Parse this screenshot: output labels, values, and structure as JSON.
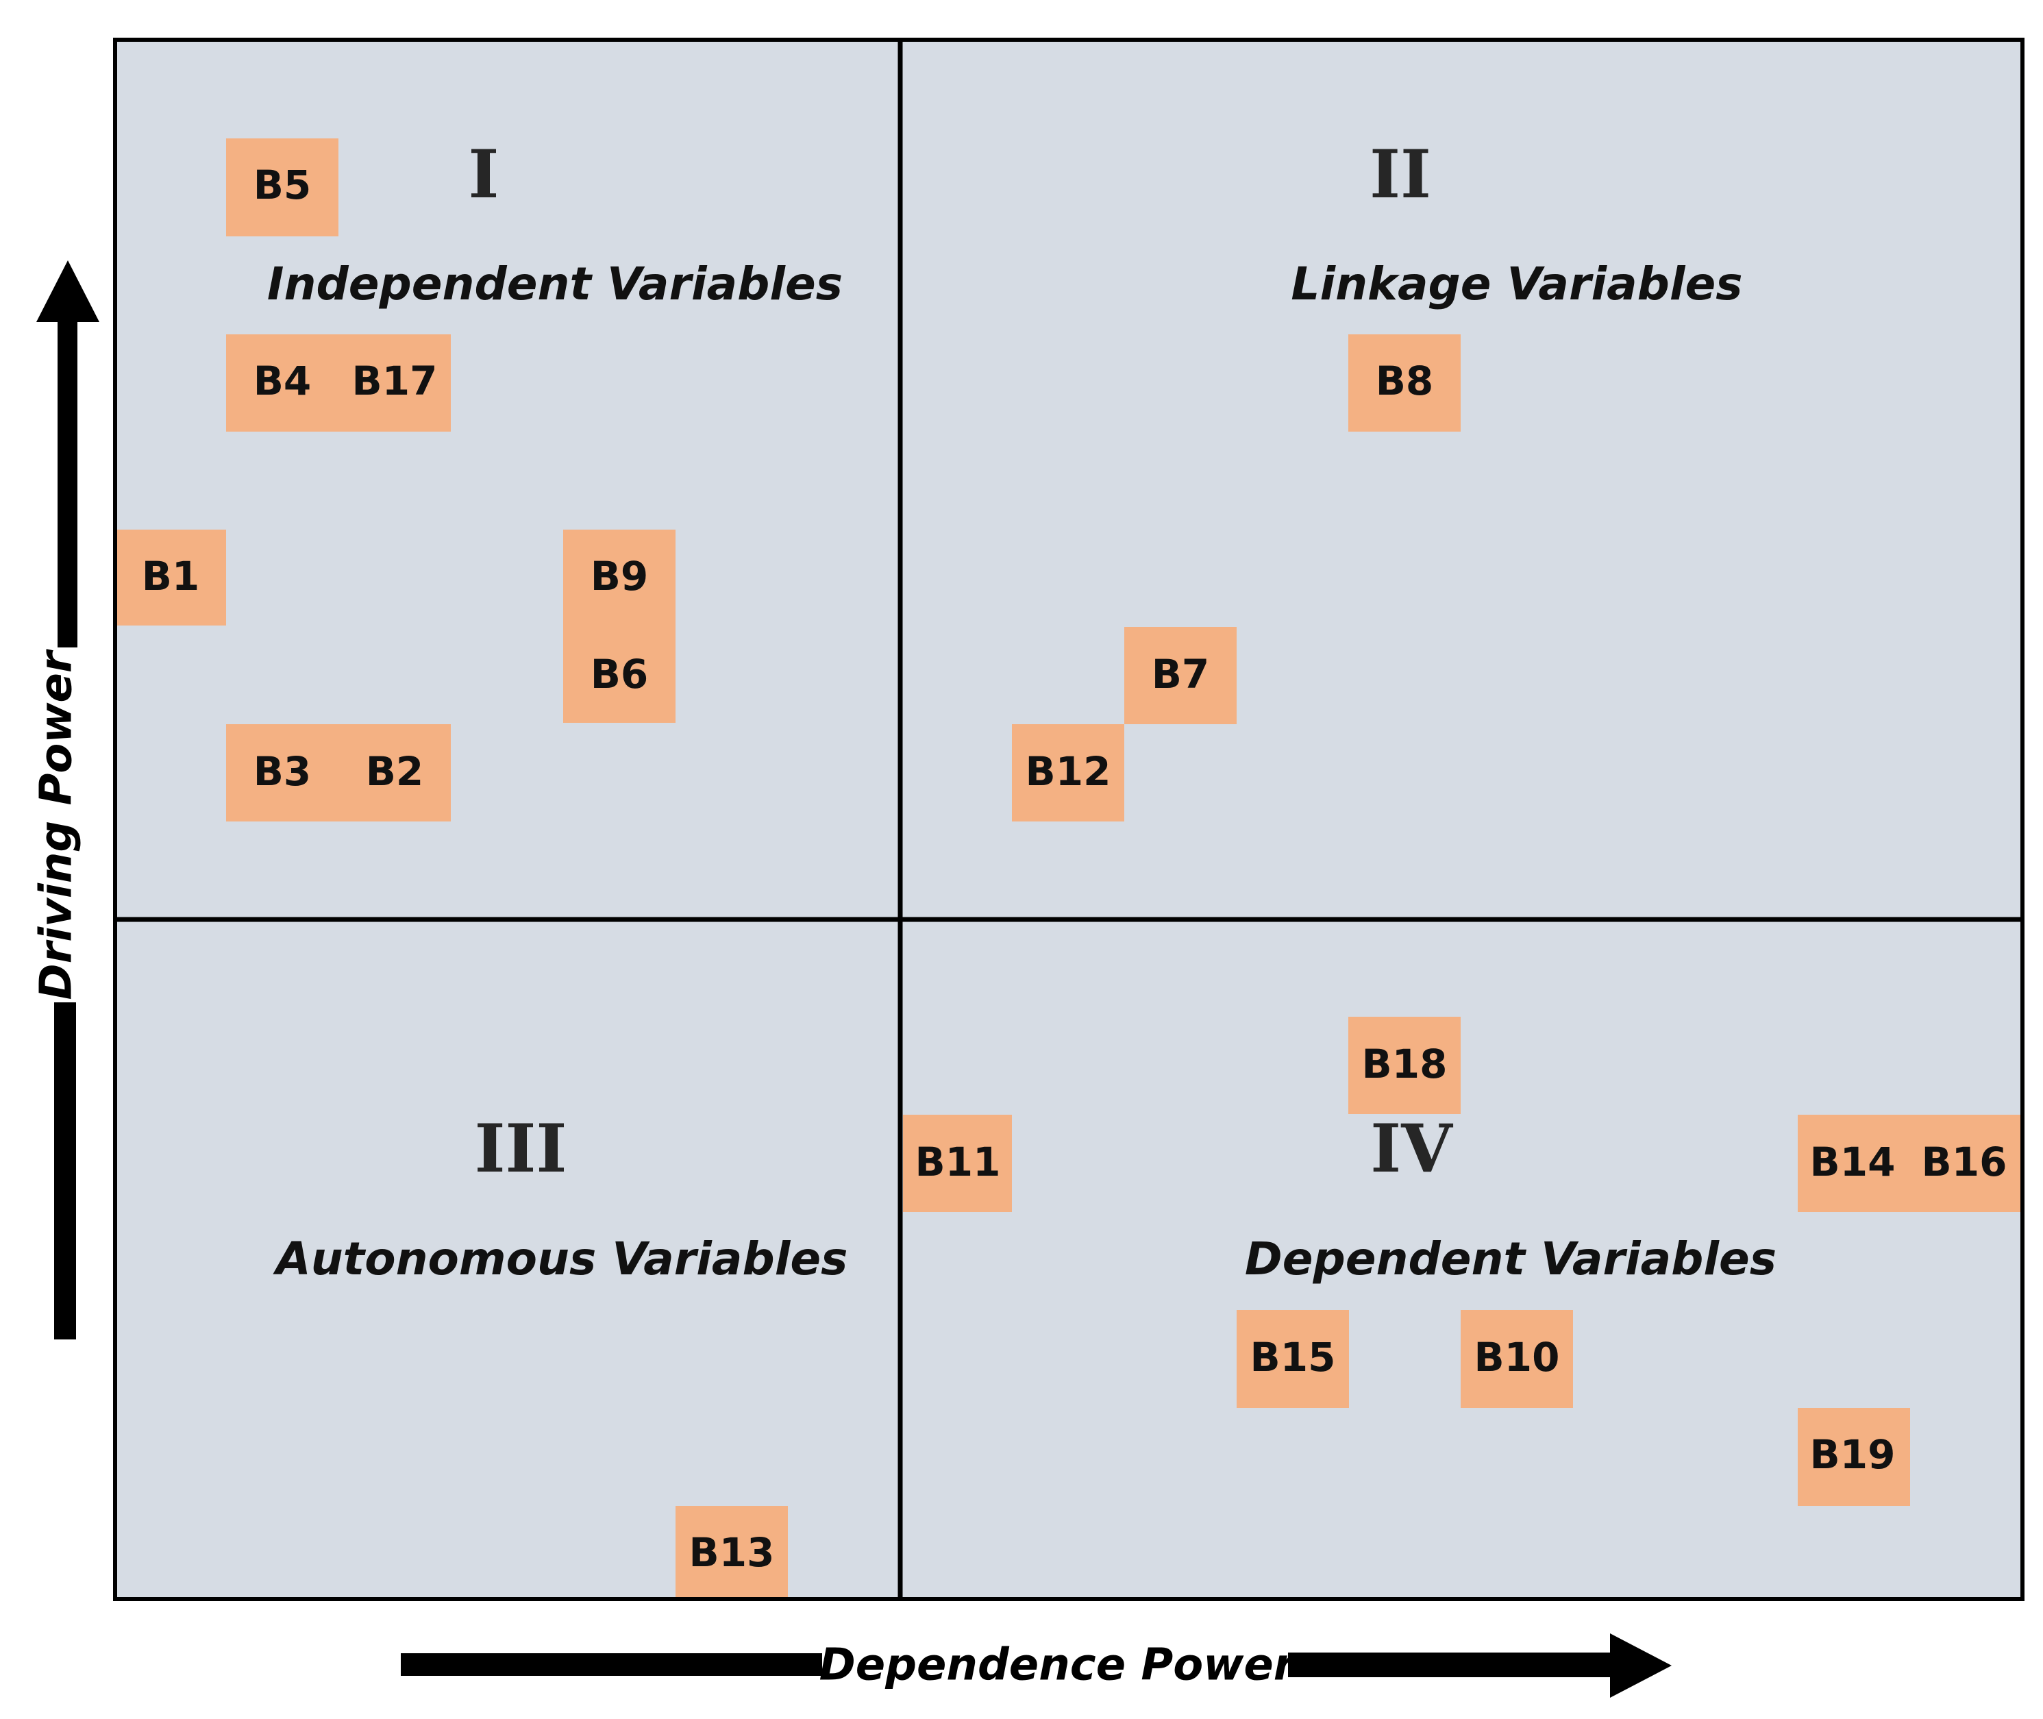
{
  "axes": {
    "x_label": "Dependence Power",
    "y_label": "Driving Power"
  },
  "quadrants": [
    {
      "numeral": "I",
      "name": "Independent Variables"
    },
    {
      "numeral": "II",
      "name": "Linkage Variables"
    },
    {
      "numeral": "III",
      "name": "Autonomous Variables"
    },
    {
      "numeral": "IV",
      "name": "Dependent Variables"
    }
  ],
  "variables": {
    "b5": "B5",
    "b4": "B4",
    "b17": "B17",
    "b1": "B1",
    "b9": "B9",
    "b6": "B6",
    "b3": "B3",
    "b2": "B2",
    "b8": "B8",
    "b7": "B7",
    "b12": "B12",
    "b18": "B18",
    "b11": "B11",
    "b14": "B14",
    "b16": "B16",
    "b15": "B15",
    "b10": "B10",
    "b19": "B19",
    "b13": "B13"
  },
  "colors": {
    "quadrant_fill": "#d6dce4",
    "cell_fill": "#f4b183",
    "line": "#000000"
  }
}
